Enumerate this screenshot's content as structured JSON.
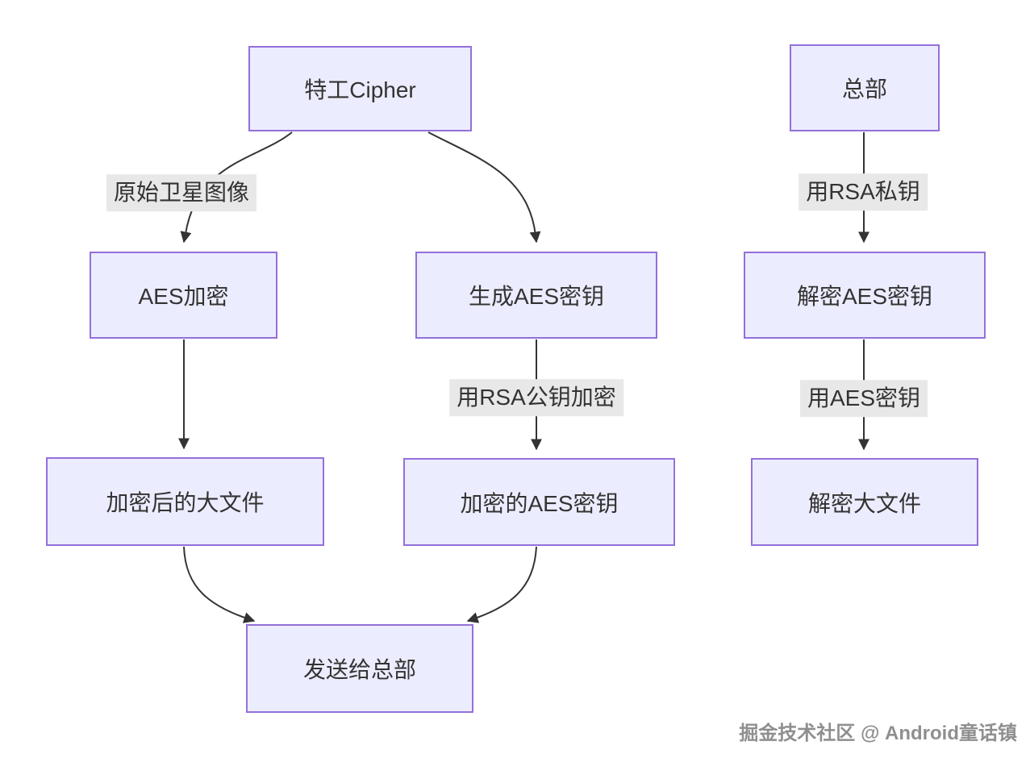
{
  "diagram": {
    "type": "flowchart",
    "direction": "top-down",
    "nodes": {
      "agent": {
        "label": "特工Cipher"
      },
      "hq": {
        "label": "总部"
      },
      "aes_encrypt": {
        "label": "AES加密"
      },
      "gen_key": {
        "label": "生成AES密钥"
      },
      "decrypt_key": {
        "label": "解密AES密钥"
      },
      "enc_file": {
        "label": "加密后的大文件"
      },
      "enc_key": {
        "label": "加密的AES密钥"
      },
      "dec_file": {
        "label": "解密大文件"
      },
      "send_hq": {
        "label": "发送给总部"
      }
    },
    "edge_labels": {
      "original_image": "原始卫星图像",
      "rsa_private": "用RSA私钥",
      "rsa_public": "用RSA公钥加密",
      "aes_key": "用AES密钥"
    },
    "edges": [
      {
        "from": "特工Cipher",
        "to": "AES加密",
        "label": "原始卫星图像"
      },
      {
        "from": "特工Cipher",
        "to": "生成AES密钥",
        "label": ""
      },
      {
        "from": "AES加密",
        "to": "加密后的大文件",
        "label": ""
      },
      {
        "from": "生成AES密钥",
        "to": "加密的AES密钥",
        "label": "用RSA公钥加密"
      },
      {
        "from": "加密后的大文件",
        "to": "发送给总部",
        "label": ""
      },
      {
        "from": "加密的AES密钥",
        "to": "发送给总部",
        "label": ""
      },
      {
        "from": "总部",
        "to": "解密AES密钥",
        "label": "用RSA私钥"
      },
      {
        "from": "解密AES密钥",
        "to": "解密大文件",
        "label": "用AES密钥"
      }
    ],
    "colors": {
      "node_fill": "#ECECFF",
      "node_border": "#9370DB",
      "edge_label_bg": "#e8e8e8",
      "line": "#333333",
      "text": "#333333"
    }
  },
  "watermark": "掘金技术社区 @ Android童话镇"
}
